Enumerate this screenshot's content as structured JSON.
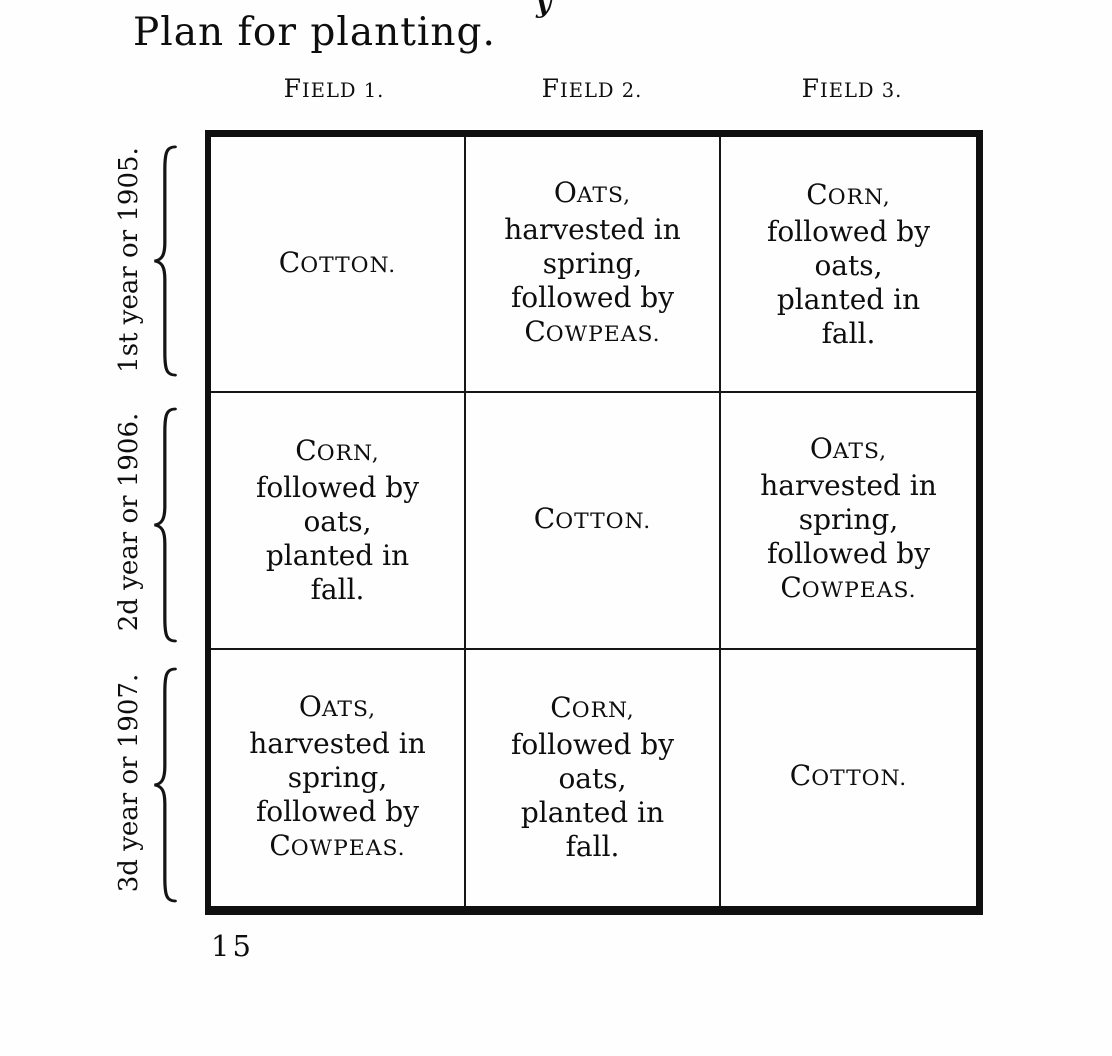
{
  "page": {
    "title": "Plan for planting.",
    "stray_mark": "y",
    "page_number": "15"
  },
  "table": {
    "column_headers": [
      "Field 1.",
      "Field 2.",
      "Field 3."
    ],
    "row_labels": [
      "1st year or 1905.",
      "2d year or 1906.",
      "3d year or 1907."
    ],
    "rows": [
      {
        "cells": [
          {
            "lines": [
              {
                "t": "Cotton.",
                "sc": true
              }
            ]
          },
          {
            "lines": [
              {
                "t": "Oats,",
                "sc": true
              },
              {
                "t": "harvested in",
                "sc": false
              },
              {
                "t": "spring,",
                "sc": false
              },
              {
                "t": "followed by",
                "sc": false
              },
              {
                "t": "Cowpeas.",
                "sc": true
              }
            ]
          },
          {
            "lines": [
              {
                "t": "Corn,",
                "sc": true
              },
              {
                "t": "followed by",
                "sc": false
              },
              {
                "t": "oats,",
                "sc": false
              },
              {
                "t": "planted in",
                "sc": false
              },
              {
                "t": "fall.",
                "sc": false
              }
            ]
          }
        ]
      },
      {
        "cells": [
          {
            "lines": [
              {
                "t": "Corn,",
                "sc": true
              },
              {
                "t": "followed by",
                "sc": false
              },
              {
                "t": "oats,",
                "sc": false
              },
              {
                "t": "planted in",
                "sc": false
              },
              {
                "t": "fall.",
                "sc": false
              }
            ]
          },
          {
            "lines": [
              {
                "t": "Cotton.",
                "sc": true
              }
            ]
          },
          {
            "lines": [
              {
                "t": "Oats,",
                "sc": true
              },
              {
                "t": "harvested in",
                "sc": false
              },
              {
                "t": "spring,",
                "sc": false
              },
              {
                "t": "followed by",
                "sc": false
              },
              {
                "t": "Cowpeas.",
                "sc": true
              }
            ]
          }
        ]
      },
      {
        "cells": [
          {
            "lines": [
              {
                "t": "Oats,",
                "sc": true
              },
              {
                "t": "harvested in",
                "sc": false
              },
              {
                "t": "spring,",
                "sc": false
              },
              {
                "t": "followed by",
                "sc": false
              },
              {
                "t": "Cowpeas.",
                "sc": true
              }
            ]
          },
          {
            "lines": [
              {
                "t": "Corn,",
                "sc": true
              },
              {
                "t": "followed by",
                "sc": false
              },
              {
                "t": "oats,",
                "sc": false
              },
              {
                "t": "planted in",
                "sc": false
              },
              {
                "t": "fall.",
                "sc": false
              }
            ]
          },
          {
            "lines": [
              {
                "t": "Cotton.",
                "sc": true
              }
            ]
          }
        ]
      }
    ]
  }
}
